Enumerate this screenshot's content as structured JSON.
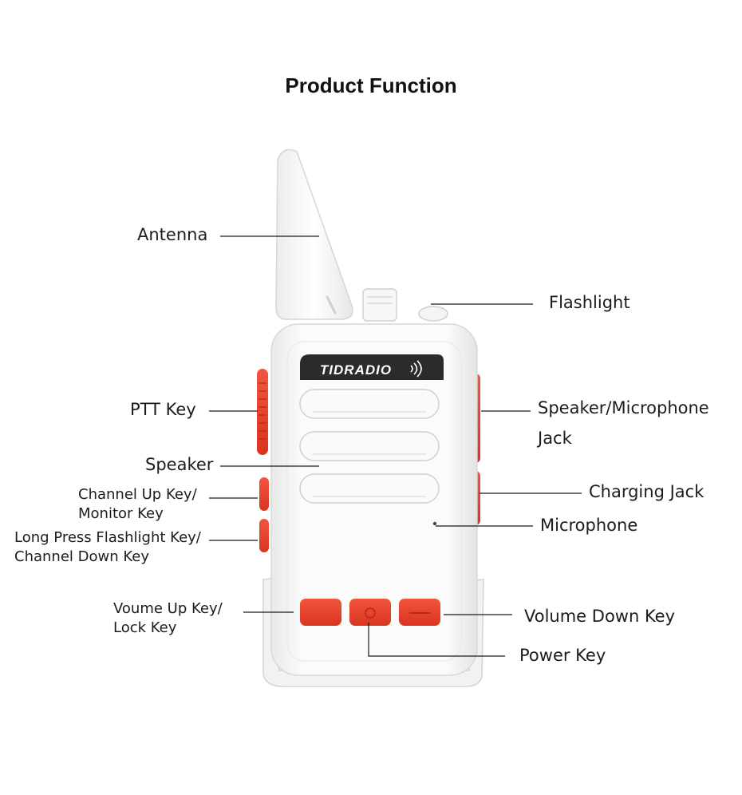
{
  "title": "Product Function",
  "brand": "TIDRADIO",
  "colors": {
    "accent": "#e8402c",
    "body": "#f6f6f6",
    "outline": "#d9d9d9",
    "line": "#1a1a1a"
  },
  "labels": {
    "antenna": "Antenna",
    "flashlight": "Flashlight",
    "ptt_key": "PTT Key",
    "speaker_mic_jack_line1": "Speaker/Microphone",
    "speaker_mic_jack_line2": "Jack",
    "speaker": "Speaker",
    "charging_jack": "Charging Jack",
    "channel_up_line1": "Channel Up Key/",
    "channel_up_line2": "Monitor Key",
    "microphone": "Microphone",
    "flashlight_key_line1": "Long Press Flashlight Key/",
    "flashlight_key_line2": "Channel Down Key",
    "volume_up_line1": "Voume Up Key/",
    "volume_up_line2": "Lock Key",
    "volume_down": "Volume Down Key",
    "power_key": "Power Key"
  }
}
